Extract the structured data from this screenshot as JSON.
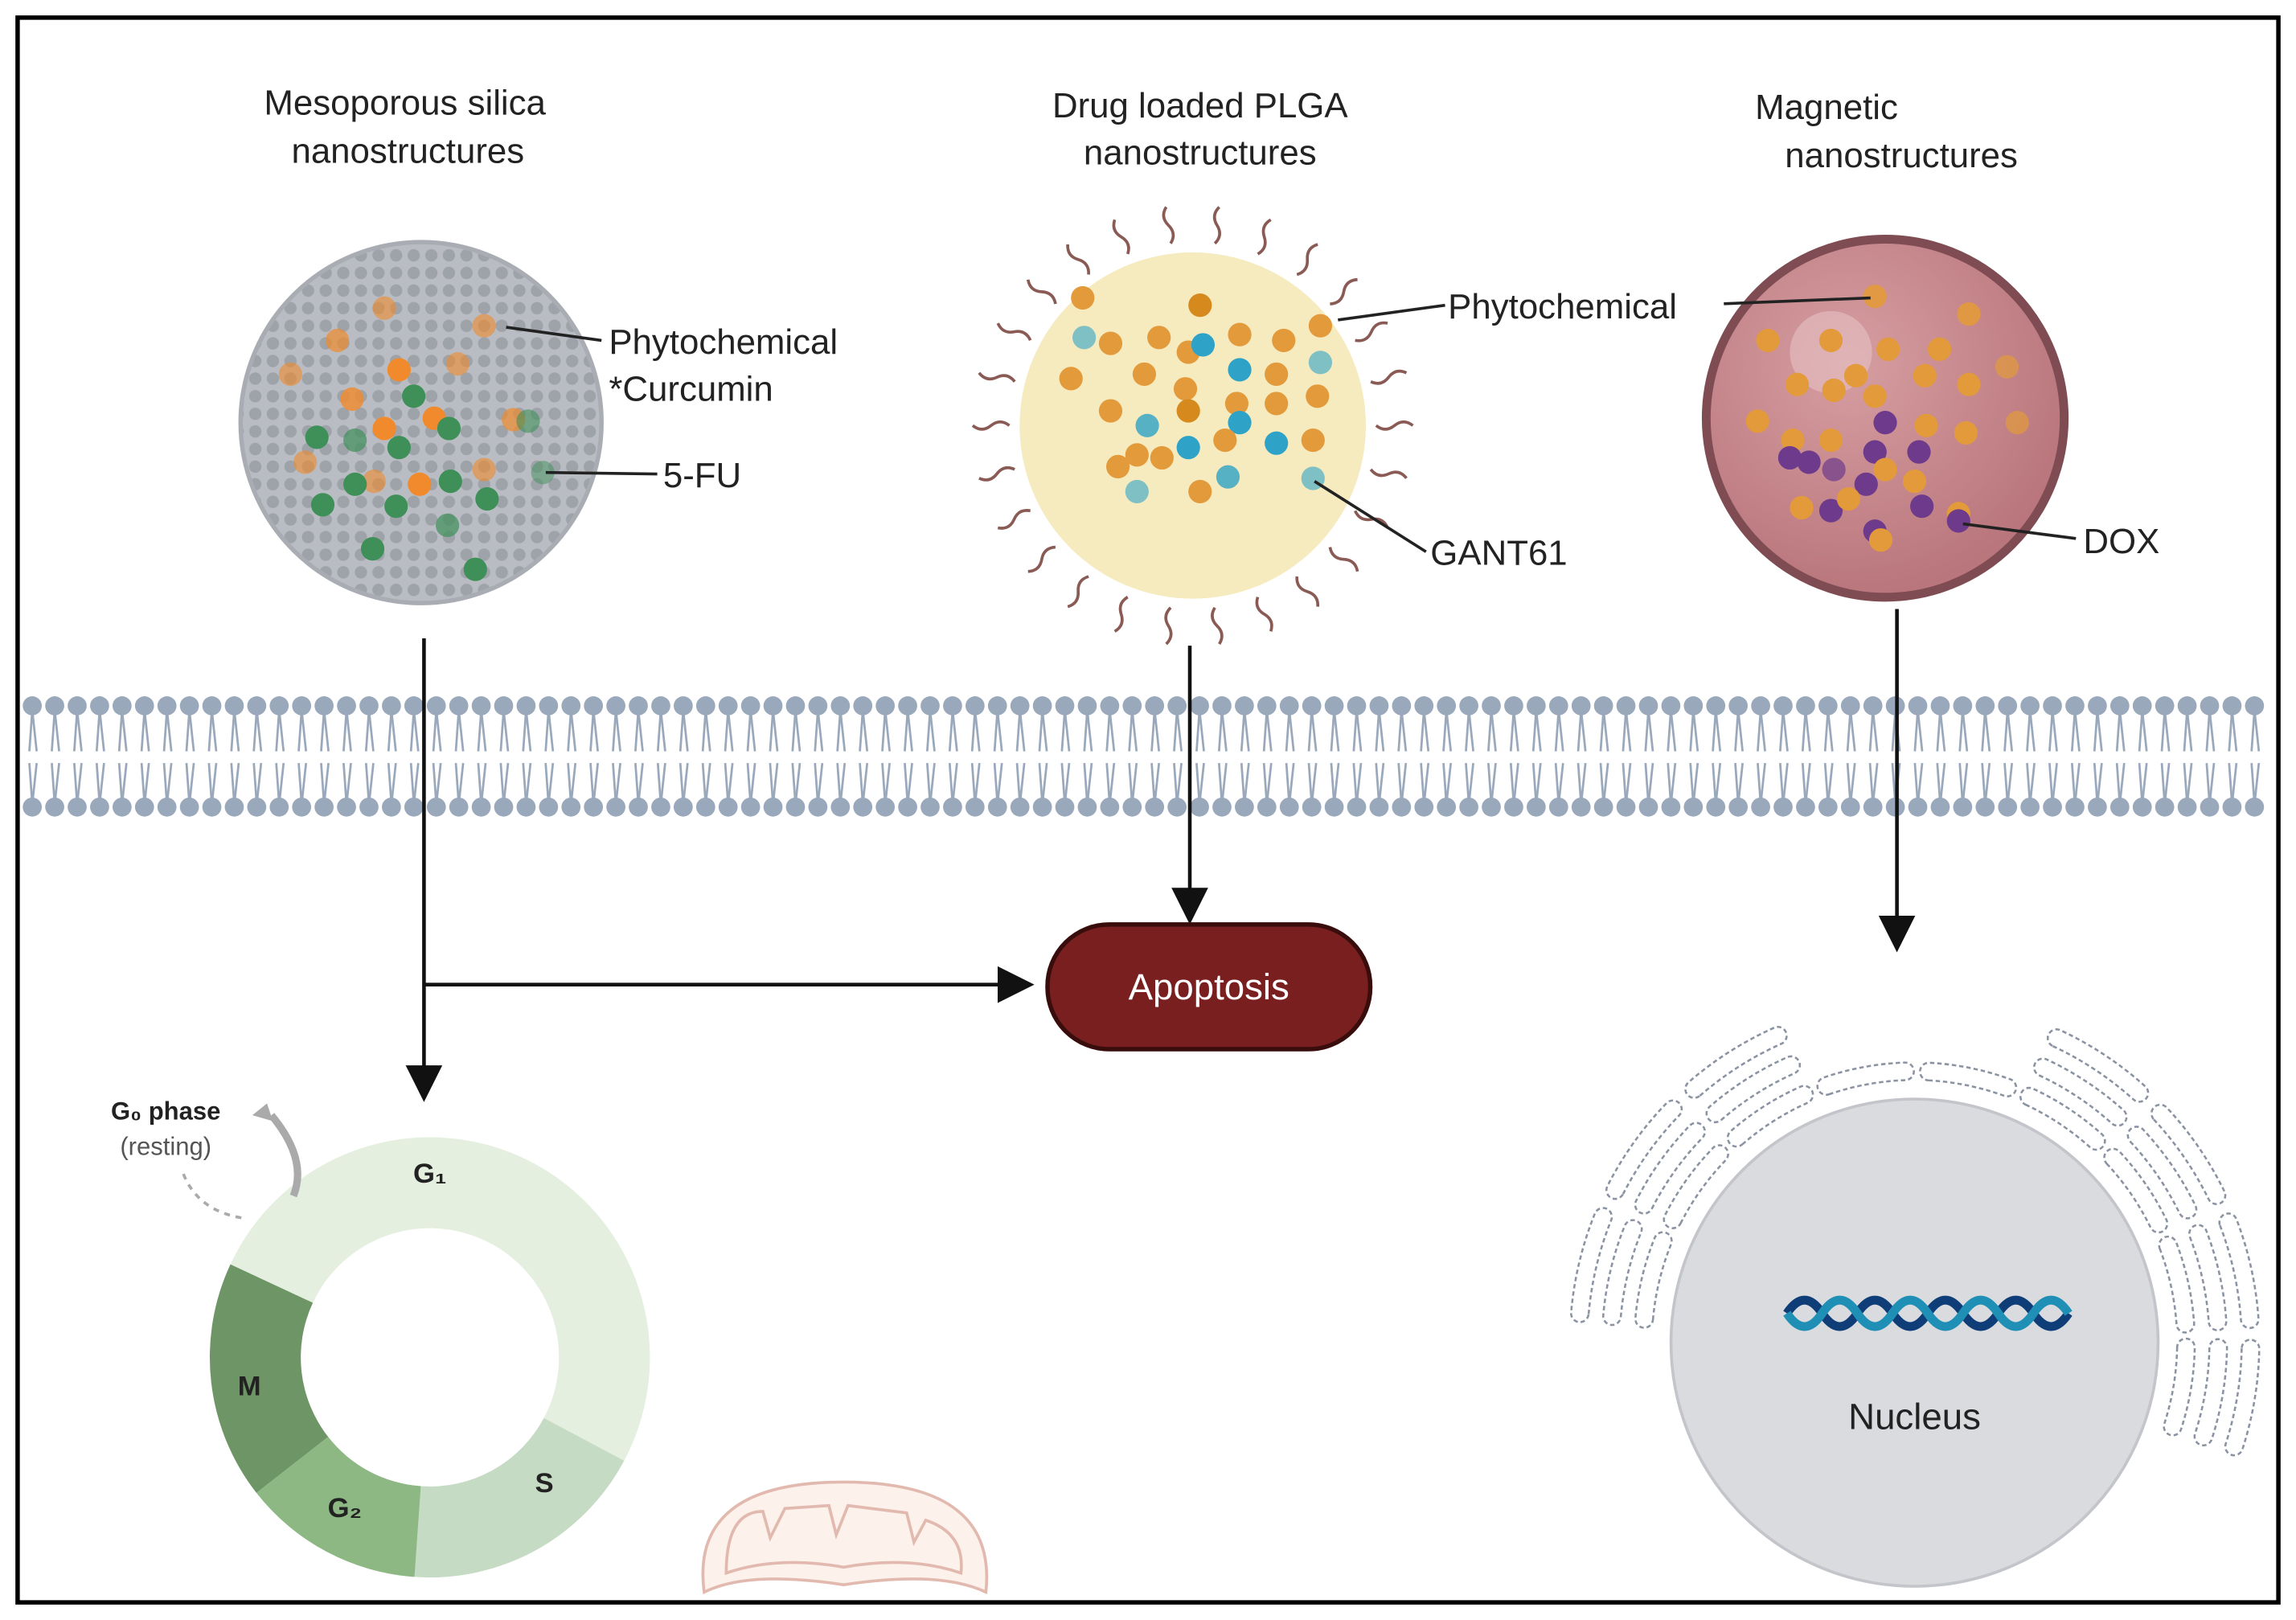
{
  "panels": {
    "silica": {
      "title_line1": "Mesoporous silica",
      "title_line2": "nanostructures",
      "label_phytochemical": "Phytochemical",
      "label_curcumin": "*Curcumin",
      "label_5fu": "5-FU"
    },
    "plga": {
      "title_line1": "Drug loaded PLGA",
      "title_line2": "nanostructures",
      "label_phytochemical": "Phytochemical",
      "label_gant61": "GANT61"
    },
    "magnetic": {
      "title_line1": "Magnetic",
      "title_line2": "nanostructures",
      "label_dox": "DOX"
    }
  },
  "apoptosis": {
    "label": "Apoptosis"
  },
  "cell_cycle": {
    "g0_line1": "G₀ phase",
    "g0_line2": "(resting)",
    "g1": "G₁",
    "s": "S",
    "g2": "G₂",
    "m": "M"
  },
  "nucleus": {
    "label": "Nucleus"
  },
  "colors": {
    "apoptosis": "#7a1f1f",
    "membrane": "#9aa8bb",
    "silica": "#c9ccd0",
    "plga": "#f6eabf",
    "magnetic": "#c98a90",
    "nucleus": "#d9dbdf",
    "curcumin": "#f08a2c",
    "fu5": "#3f8f58",
    "gant61": "#2fa3c7",
    "dox": "#6d3a8c",
    "phyto": "#e39a3a"
  }
}
